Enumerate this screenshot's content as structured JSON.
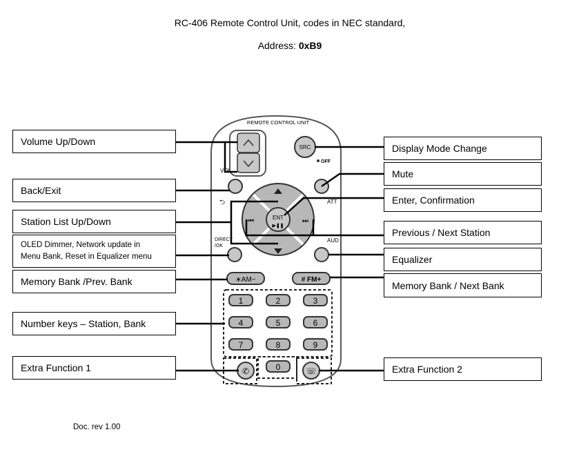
{
  "header": {
    "title": "RC-406 Remote Control Unit, codes in NEC standard,",
    "address_label": "Address:",
    "address_value": "0xB9"
  },
  "labels_left": {
    "volume": "Volume Up/Down",
    "back": "Back/Exit",
    "station_list": "Station List Up/Down",
    "oled_line1": "OLED Dimmer, Network update in",
    "oled_line2": "Menu Bank, Reset in Equalizer menu",
    "memory_prev": "Memory Bank /Prev. Bank",
    "number_keys": "Number keys – Station, Bank",
    "extra1": "Extra Function 1"
  },
  "labels_right": {
    "display_mode": "Display Mode Change",
    "mute": "Mute",
    "enter": "Enter, Confirmation",
    "prev_next": "Previous / Next Station",
    "equalizer": "Equalizer",
    "memory_next": "Memory Bank / Next Bank",
    "extra2": "Extra Function 2"
  },
  "remote": {
    "brand_text": "REMOTE CONTROL UNIT",
    "src_label": "SRC",
    "off_label": "OFF",
    "vol_label": "VOL",
    "att_label": "ATT",
    "aud_label": "AUD",
    "direct_label_1": "DIRECT",
    "direct_label_2": "/OK",
    "enter_label": "ENT",
    "am_label": "∗AM−",
    "fm_label": "# FM+",
    "keys": [
      "1",
      "2",
      "3",
      "4",
      "5",
      "6",
      "7",
      "8",
      "9",
      "0"
    ]
  },
  "footer": {
    "doc_rev": "Doc. rev 1.00"
  }
}
